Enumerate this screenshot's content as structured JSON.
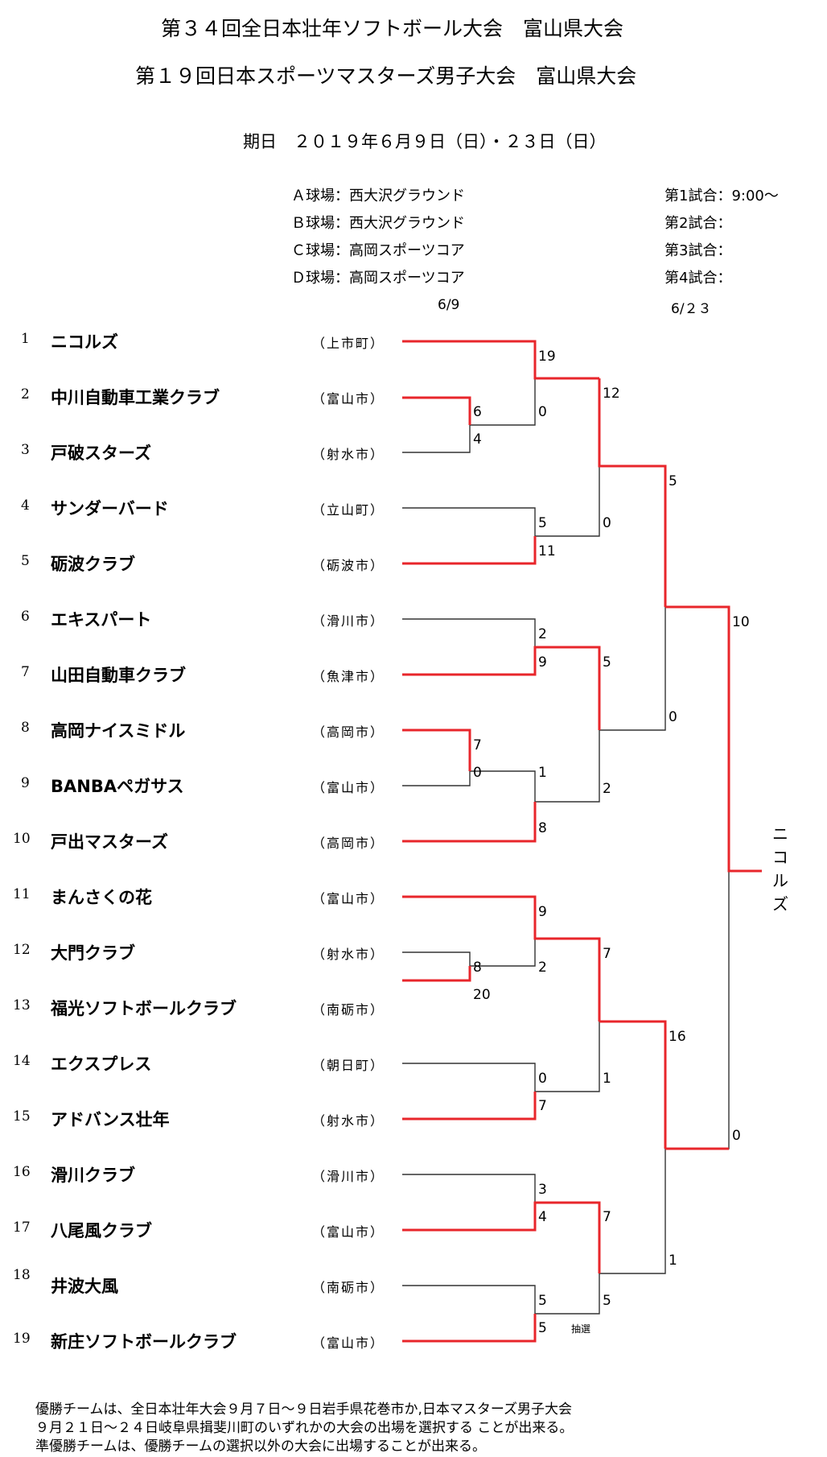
{
  "header": {
    "title1": "第３４回全日本壮年ソフトボール大会　富山県大会",
    "title2": "第１９回日本スポーツマスターズ男子大会　富山県大会",
    "date": "期日　２０１９年６月９日（日）・２３日（日）"
  },
  "venues": [
    "Ａ球場：西大沢グラウンド",
    "Ｂ球場：西大沢グラウンド",
    "Ｃ球場：高岡スポーツコア",
    "Ｄ球場：高岡スポーツコア"
  ],
  "games": [
    "第1試合：9:00～",
    "第2試合：",
    "第3試合：",
    "第4試合："
  ],
  "round_dates": {
    "left": "6/9",
    "right": "6/２３"
  },
  "teams": [
    {
      "num": "1",
      "name": "ニコルズ",
      "city": "（上市町）"
    },
    {
      "num": "2",
      "name": "中川自動車工業クラブ",
      "city": "（富山市）"
    },
    {
      "num": "3",
      "name": "戸破スターズ",
      "city": "（射水市）"
    },
    {
      "num": "4",
      "name": "サンダーバード",
      "city": "（立山町）"
    },
    {
      "num": "5",
      "name": "砺波クラブ",
      "city": "（砺波市）"
    },
    {
      "num": "6",
      "name": "エキスパート",
      "city": "（滑川市）"
    },
    {
      "num": "7",
      "name": "山田自動車クラブ",
      "city": "（魚津市）"
    },
    {
      "num": "8",
      "name": "高岡ナイスミドル",
      "city": "（高岡市）"
    },
    {
      "num": "9",
      "name": "BANBAペガサス",
      "city": "（富山市）"
    },
    {
      "num": "10",
      "name": "戸出マスターズ",
      "city": "（高岡市）"
    },
    {
      "num": "11",
      "name": "まんさくの花",
      "city": "（富山市）"
    },
    {
      "num": "12",
      "name": "大門クラブ",
      "city": "（射水市）"
    },
    {
      "num": "13",
      "name": "福光ソフトボールクラブ",
      "city": "（南砺市）"
    },
    {
      "num": "14",
      "name": "エクスプレス",
      "city": "（朝日町）"
    },
    {
      "num": "15",
      "name": "アドバンス壮年",
      "city": "（射水市）"
    },
    {
      "num": "16",
      "name": "滑川クラブ",
      "city": "（滑川市）"
    },
    {
      "num": "17",
      "name": "八尾風クラブ",
      "city": "（富山市）"
    },
    {
      "num": "18",
      "name": "井波大風",
      "city": "（南砺市）"
    },
    {
      "num": "19",
      "name": "新庄ソフトボールクラブ",
      "city": "（富山市）"
    }
  ],
  "scores": {
    "m2v3_top": "6",
    "m2v3_bot": "4",
    "m8v9_top": "7",
    "m8v9_bot": "0",
    "m12v13_top": "8",
    "m12v13_bot": "20",
    "s1": "19",
    "s23": "0",
    "s4": "5",
    "s5": "11",
    "s6": "2",
    "s7": "9",
    "s89": "1",
    "s10": "8",
    "s11": "9",
    "s1213": "2",
    "s14": "0",
    "s15": "7",
    "s16": "3",
    "s17": "4",
    "s18": "5",
    "s19": "5",
    "q1": "12",
    "q2": "0",
    "q3": "5",
    "q4": "2",
    "q5": "7",
    "q6": "1",
    "q7": "7",
    "q8": "5",
    "sf1": "5",
    "sf2": "0",
    "sf3": "16",
    "sf4": "1",
    "f1": "10",
    "f2": "0"
  },
  "lottery_note": "抽選",
  "champion": "ニコルズ",
  "footer": [
    "優勝チームは、全日本壮年大会９月７日～９日岩手県花巻市か,日本マスターズ男子大会",
    "９月２１日～２４日岐阜県揖斐川町のいずれかの大会の出場を選択する ことが出来る。",
    "準優勝チームは、優勝チームの選択以外の大会に出場することが出来る。"
  ],
  "colors": {
    "winner_line": "#e8262b",
    "loser_line": "#333333"
  }
}
